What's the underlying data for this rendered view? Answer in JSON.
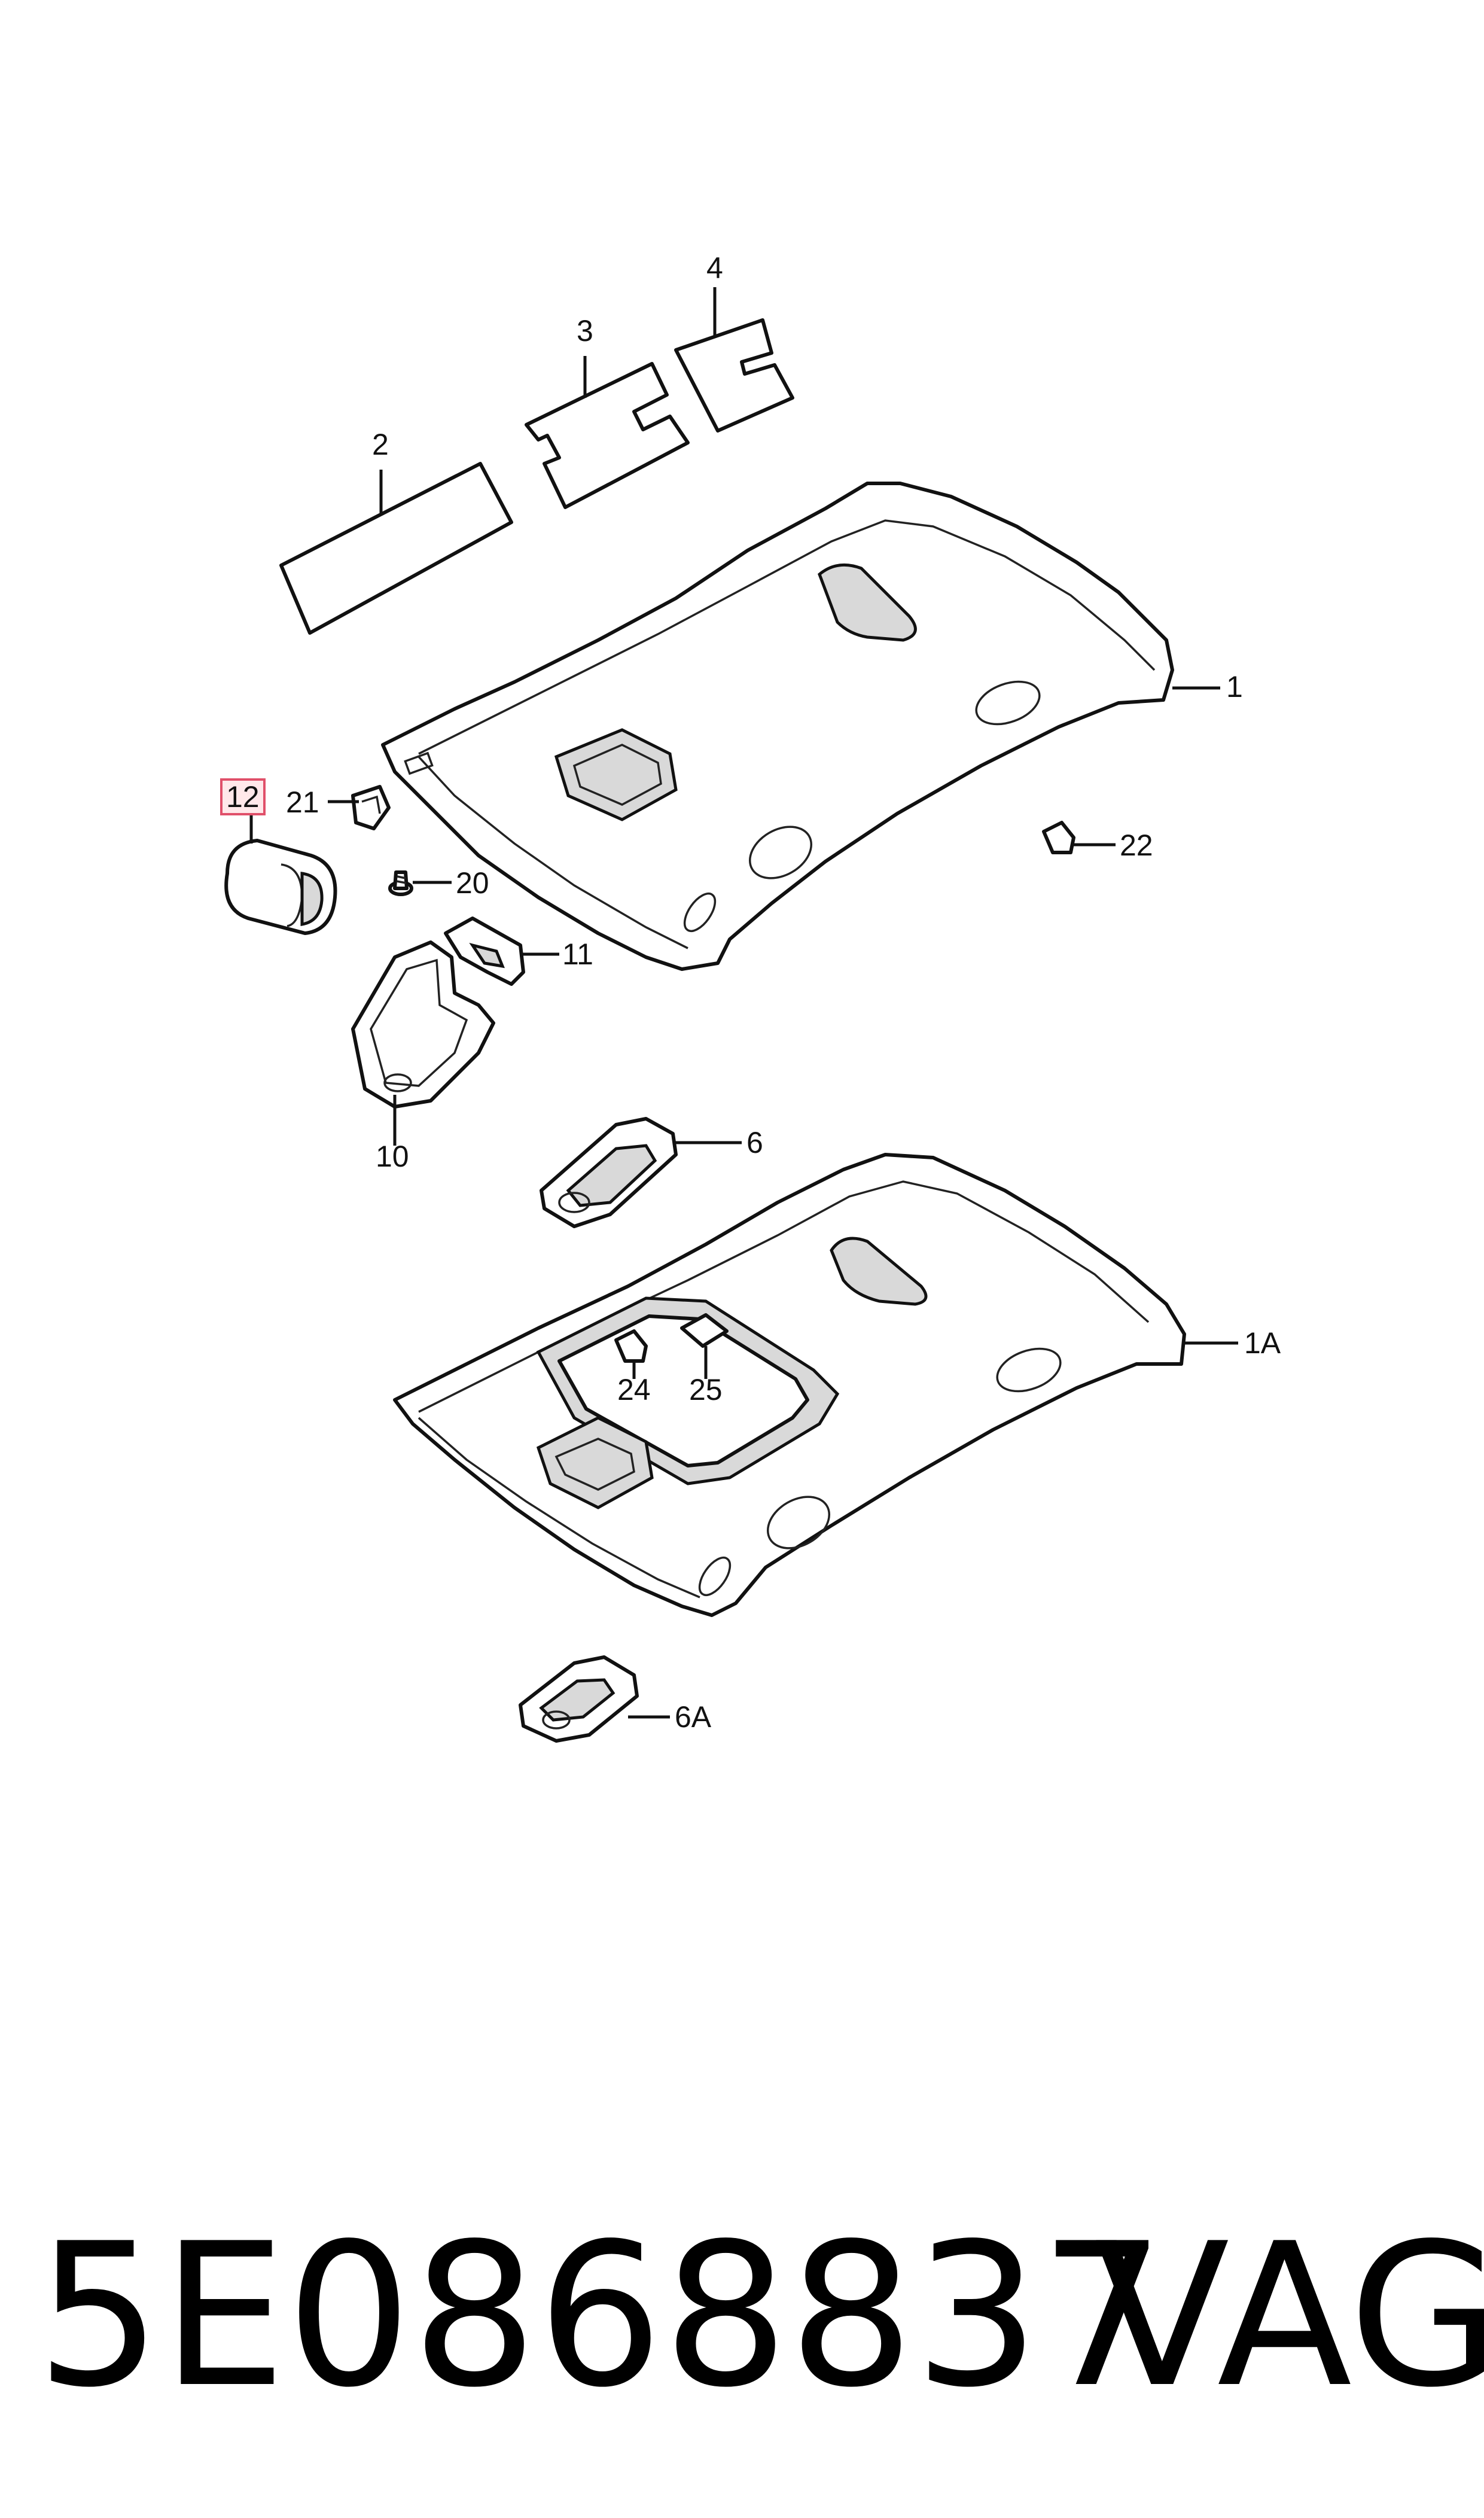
{
  "callouts": {
    "c1": "1",
    "c1A": "1A",
    "c2": "2",
    "c3": "3",
    "c4": "4",
    "c6": "6",
    "c6A": "6A",
    "c10": "10",
    "c11": "11",
    "c12": "12",
    "c20": "20",
    "c21": "21",
    "c22": "22",
    "c24": "24",
    "c25": "25"
  },
  "highlighted_callout": "12",
  "highlight_color": "#e0506a",
  "footer": {
    "part_number": "5E0868837",
    "brand": "VAG"
  }
}
